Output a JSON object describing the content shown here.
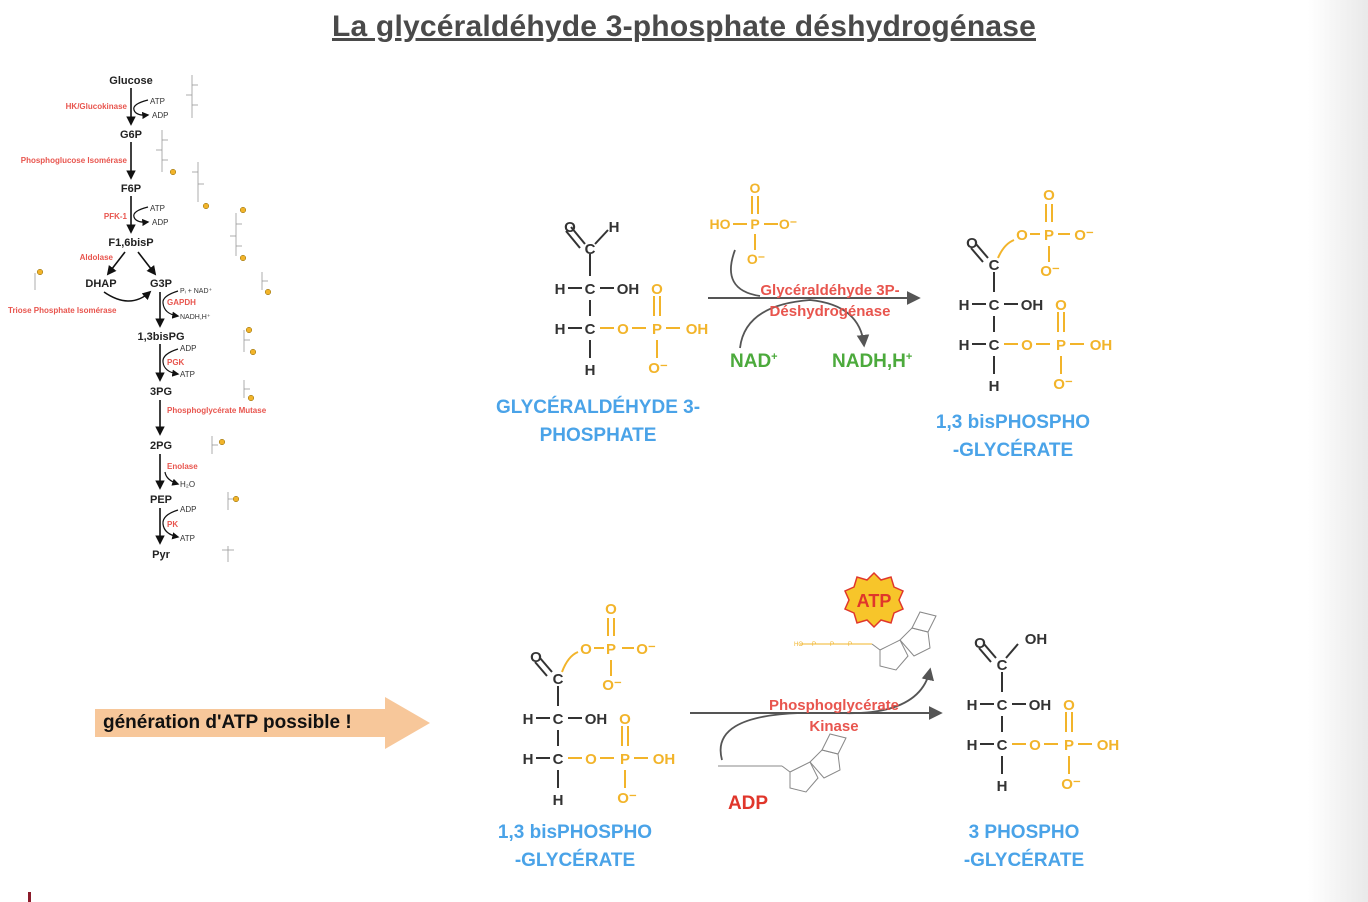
{
  "title": "La glycéraldéhyde 3-phosphate déshydrogénase",
  "colors": {
    "enzyme_red": "#e8554e",
    "substrate_blue": "#4aa3e8",
    "phosphate_orange": "#f2b42a",
    "cofactor_green": "#4caa3c",
    "adp_red": "#e0362b",
    "banner_peach": "#f7c79a",
    "atp_badge": "#f7c52a"
  },
  "pathway": {
    "metabolites": [
      "Glucose",
      "G6P",
      "F6P",
      "F1,6bisP",
      "DHAP",
      "G3P",
      "1,3bisPG",
      "3PG",
      "2PG",
      "PEP",
      "Pyr"
    ],
    "enzymes": {
      "hk": "HK/Glucokinase",
      "pgi": "Phosphoglucose Isomérase",
      "pfk": "PFK-1",
      "aldolase": "Aldolase",
      "tpi": "Triose Phosphate Isomérase",
      "gapdh": "GAPDH",
      "pgk": "PGK",
      "pgm": "Phosphoglycérate Mutase",
      "enolase": "Enolase",
      "pk": "PK"
    },
    "cofactors": {
      "hk_in": "ATP",
      "hk_out": "ADP",
      "pfk_in": "ATP",
      "pfk_out": "ADP",
      "gapdh_in": "Pᵢ + NAD⁺",
      "gapdh_out": "NADH,H⁺",
      "pgk_in": "ADP",
      "pgk_out": "ATP",
      "enolase_out": "H₂O",
      "pk_in": "ADP",
      "pk_out": "ATP"
    }
  },
  "atoms": {
    "O": "O",
    "H": "H",
    "C": "C",
    "P": "P",
    "OH": "OH",
    "Ominus": "O⁻",
    "HO": "HO"
  },
  "reaction1": {
    "enzyme_line1": "Glycéraldéhyde 3P-",
    "enzyme_line2": "Déshydrogénase",
    "cofactor_in": "NAD",
    "cofactor_in_sup": "+",
    "cofactor_out": "NADH,H",
    "cofactor_out_sup": "+",
    "substrate_line1": "GLYCÉRALDÉHYDE 3-",
    "substrate_line2": "PHOSPHATE",
    "product_line1": "1,3 bisPHOSPHO",
    "product_line2": "-GLYCÉRATE"
  },
  "reaction2": {
    "enzyme_line1": "Phosphoglycérate",
    "enzyme_line2": "Kinase",
    "atp_badge": "ATP",
    "adp_label": "ADP",
    "substrate_line1": "1,3 bisPHOSPHO",
    "substrate_line2": "-GLYCÉRATE",
    "product_line1": "3 PHOSPHO",
    "product_line2": "-GLYCÉRATE"
  },
  "banner": {
    "text": "génération d'ATP possible !"
  }
}
